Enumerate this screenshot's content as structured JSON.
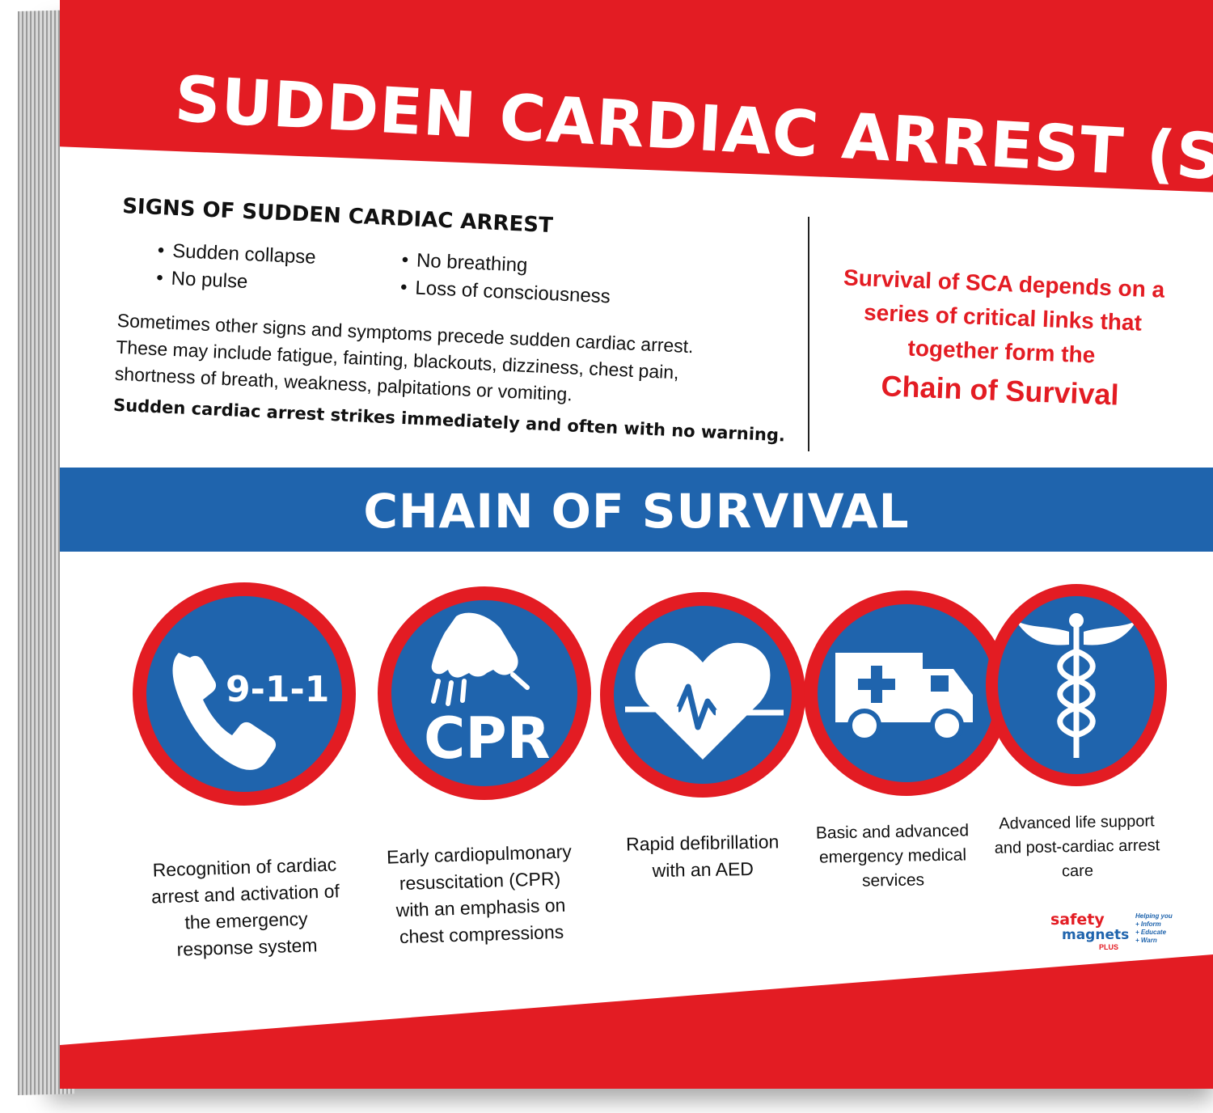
{
  "header": {
    "title": "SUDDEN CARDIAC ARREST (SCA)"
  },
  "signs": {
    "heading": "SIGNS OF SUDDEN CARDIAC ARREST",
    "bullets": [
      "Sudden collapse",
      "No pulse",
      "No breathing",
      "Loss of consciousness"
    ],
    "paragraph_lines": [
      "Sometimes other signs and symptoms precede sudden cardiac arrest.",
      "These may include fatigue, fainting, blackouts, dizziness, chest pain,",
      "shortness of breath, weakness, palpitations or vomiting."
    ],
    "warning": "Sudden cardiac arrest strikes immediately and often with no warning."
  },
  "survival_note": {
    "lines": [
      "Survival of SCA depends on a",
      "series of critical links that",
      "together form the"
    ],
    "emphasis": "Chain of Survival"
  },
  "chain": {
    "title": "CHAIN OF SURVIVAL",
    "links": [
      {
        "icon": "phone-icon",
        "icon_text": "9-1-1",
        "caption_lines": [
          "Recognition of cardiac",
          "arrest and activation of",
          "the emergency",
          "response system"
        ]
      },
      {
        "icon": "cpr-hands-icon",
        "icon_text": "CPR",
        "caption_lines": [
          "Early cardiopulmonary",
          "resuscitation (CPR)",
          "with an emphasis on",
          "chest compressions"
        ]
      },
      {
        "icon": "heartbeat-icon",
        "caption_lines": [
          "Rapid defibrillation",
          "with an AED"
        ]
      },
      {
        "icon": "ambulance-icon",
        "caption_lines": [
          "Basic and advanced",
          "emergency medical",
          "services"
        ]
      },
      {
        "icon": "caduceus-icon",
        "caption_lines": [
          "Advanced life support",
          "and post-cardiac arrest",
          "care"
        ]
      }
    ]
  },
  "logo": {
    "word1": "safety",
    "word2": "magnets",
    "suffix": "PLUS",
    "tagline": [
      "Helping you",
      "+ Inform",
      "+ Educate",
      "+ Warn"
    ]
  },
  "colors": {
    "red": "#e31c23",
    "blue": "#1f64ad",
    "white": "#ffffff"
  }
}
